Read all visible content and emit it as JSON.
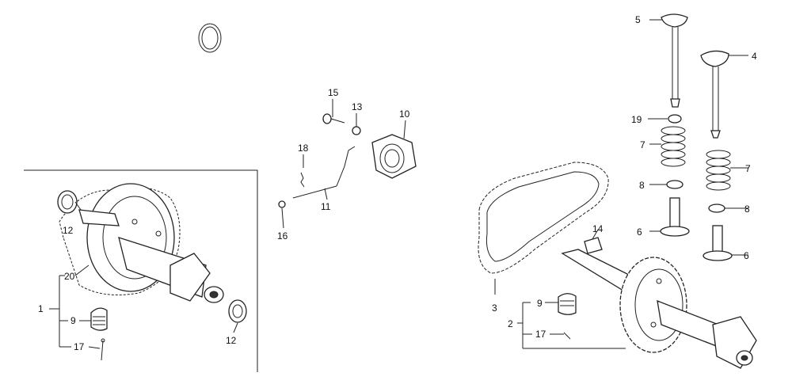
{
  "callouts": {
    "p1": "1",
    "p2": "2",
    "p3": "3",
    "p4": "4",
    "p5": "5",
    "p6a": "6",
    "p6b": "6",
    "p7a": "7",
    "p7b": "7",
    "p8a": "8",
    "p8b": "8",
    "p9a": "9",
    "p9b": "9",
    "p10": "10",
    "p11": "11",
    "p12a": "12",
    "p12b": "12",
    "p13": "13",
    "p14": "14",
    "p15": "15",
    "p16": "16",
    "p17a": "17",
    "p17b": "17",
    "p18": "18",
    "p19": "19",
    "p20": "20"
  }
}
